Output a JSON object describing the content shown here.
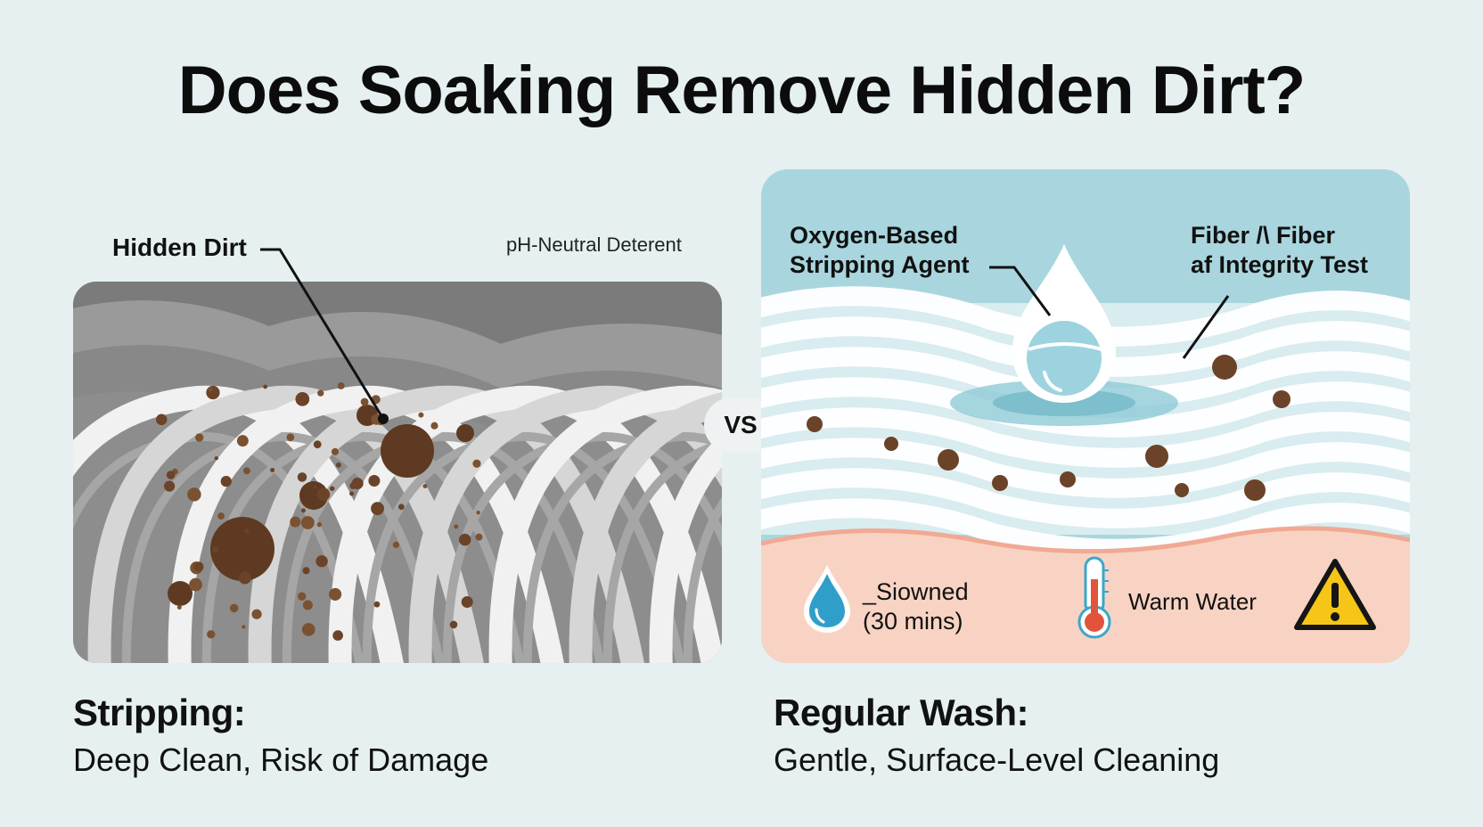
{
  "title": "Does Soaking Remove Hidden Dirt?",
  "vs_label": "VS",
  "left": {
    "label_hidden_dirt": "Hidden Dirt",
    "label_detergent": "pH-Neutral Deterent",
    "caption_title": "Stripping:",
    "caption_subtitle": "Deep Clean, Risk of Damage"
  },
  "right": {
    "label_agent_line1": "Oxygen-Based",
    "label_agent_line2": "Stripping Agent",
    "label_fiber_line1": "Fiber /\\ Fiber",
    "label_fiber_line2": "af Integrity Test",
    "soak_line1": "_Siowned",
    "soak_line2": "(30 mins)",
    "temp_label": "Warm Water",
    "caption_title": "Regular Wash:",
    "caption_subtitle": "Gentle, Surface-Level Cleaning"
  },
  "icons": [
    "water-drop-icon",
    "thermometer-icon",
    "warning-icon"
  ],
  "colors": {
    "background": "#e6f0f0",
    "sky_blue": "#a9d6de",
    "peach_band": "#f8d3c3",
    "dirt_brown": "#6b4328",
    "drop_blue": "#2f9fc9",
    "warning_yellow": "#f5c518"
  }
}
